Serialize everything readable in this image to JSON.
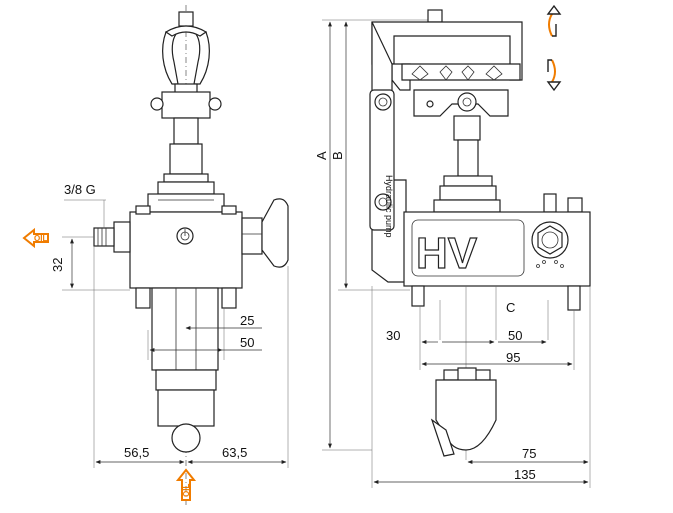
{
  "dimensions": {
    "left_view": {
      "thread": "3/8 G",
      "height_32": "32",
      "d25": "25",
      "d50": "50",
      "left_56_5": "56,5",
      "right_63_5": "63,5"
    },
    "right_view": {
      "A": "A",
      "B": "B",
      "C": "C",
      "d30": "30",
      "d50": "50",
      "d95": "95",
      "d75": "75",
      "d135": "135"
    }
  },
  "port_labels": {
    "oil_side": "OIL",
    "oil_bottom": "OIL"
  },
  "brand_logo": "HV",
  "nameplate_text": "Hydraulic pump",
  "colors": {
    "accent": "#f07c00",
    "line": "#222222"
  }
}
